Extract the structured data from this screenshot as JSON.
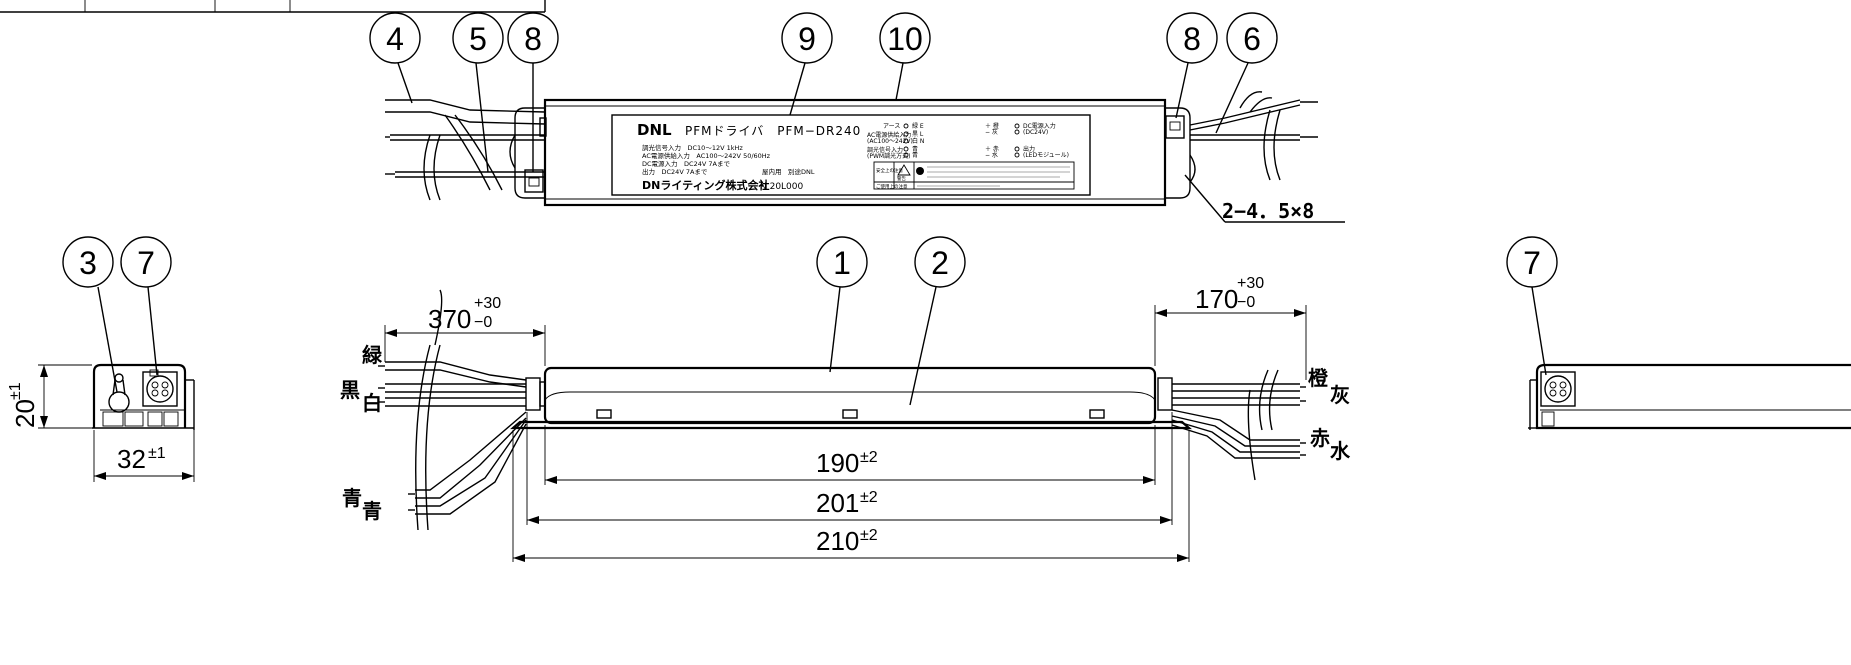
{
  "callouts": {
    "c1": "1",
    "c2": "2",
    "c3": "3",
    "c4": "4",
    "c5": "5",
    "c6": "6",
    "c7": "7",
    "c8": "8",
    "c9": "9",
    "c10": "10"
  },
  "label_plate": {
    "brand": "DNL",
    "product": "PFMドライバ　PFM−DR240",
    "line1": "調光信号入力　DC10〜12V 1kHz",
    "line2": "AC電源供給入力　AC100〜242V 50/60Hz",
    "line3": "DC電源入力　DC24V 7Aまで",
    "line4": "出力　DC24V 7Aまで",
    "indoor": "屋内用　別途DNL",
    "company": "DNライティング株式会社",
    "lot": "N 20L000",
    "term_earth": "アース",
    "term_ac": "AC電源供給入力",
    "term_ac_range": "(AC100〜242V)",
    "term_dim": "調光信号入力",
    "term_dim_pwm": "(PWM調光方式)",
    "term_e": "緑 E",
    "term_l": "黒 L",
    "term_n": "白 N",
    "term_dim_blue": "青",
    "term_dim_blue2": "青",
    "term_plus1": "＋ 橙",
    "term_minus1": "− 灰",
    "term_dc_in": "DC電源入力",
    "term_dc_v": "(DC24V)",
    "term_plus2": "＋ 赤",
    "term_minus2": "− 水",
    "term_out": "出力",
    "term_out_led": "(LEDモジュール)",
    "caution_title": "安全上の注意",
    "caution_warn": "警告",
    "caution_use": "ご使用上の注意"
  },
  "dimensions": {
    "mount_hole": "2−4．5×8",
    "lead_left": "370",
    "lead_left_tol_plus": "+30",
    "lead_left_tol_minus": "−0",
    "lead_right": "170",
    "lead_right_tol_plus": "+30",
    "lead_right_tol_minus": "−0",
    "len_body": "190",
    "len_body_tol": "±2",
    "len_mid": "201",
    "len_mid_tol": "±2",
    "len_total": "210",
    "len_total_tol": "±2",
    "height": "20",
    "height_tol": "±1",
    "width": "32",
    "width_tol": "±1"
  },
  "wire_colors": {
    "green": "緑",
    "black": "黒",
    "white": "白",
    "blue_a": "青",
    "blue_b": "青",
    "orange": "橙",
    "gray": "灰",
    "red": "赤",
    "light_blue": "水"
  }
}
